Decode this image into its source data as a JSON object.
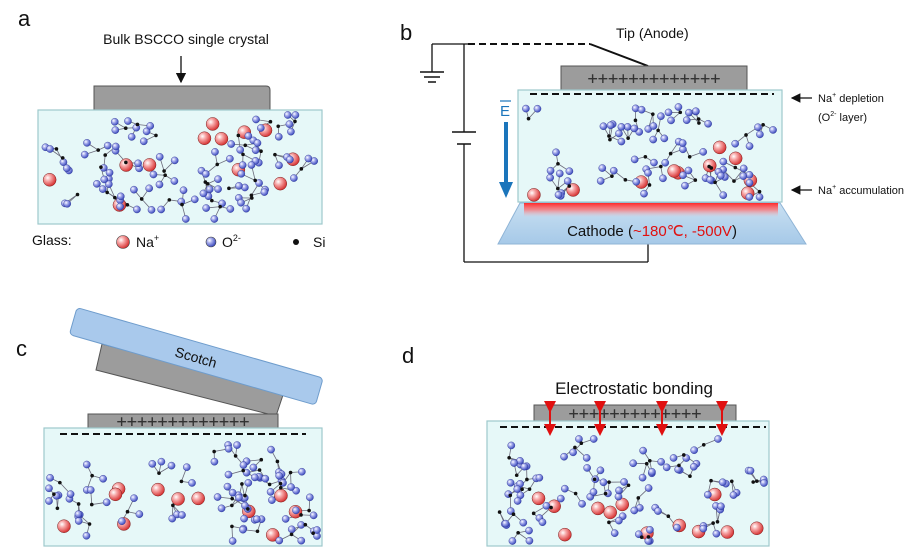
{
  "panels": {
    "a": {
      "letter": "a",
      "crystal_label": "Bulk BSCCO single crystal",
      "legend": {
        "glass": "Glass:",
        "na": "Na",
        "na_sup": "+",
        "o": "O",
        "o_sup": "2-",
        "si": "Si"
      }
    },
    "b": {
      "letter": "b",
      "tip_label": "Tip (Anode)",
      "plus_row": "+++++++++++++",
      "field_label": "E",
      "depletion_main": "Na",
      "depletion_sup": "+",
      "depletion_rest": " depletion",
      "o_layer_open": "(O",
      "o_layer_sup": "2-",
      "o_layer_rest": " layer)",
      "accum_main": "Na",
      "accum_sup": "+",
      "accum_rest": " accumulation",
      "cathode_label": "Cathode (",
      "cathode_value": "~180℃, -500V",
      "cathode_close": ")"
    },
    "c": {
      "letter": "c",
      "tape_label": "Scotch",
      "plus_row": "+++++++++++++"
    },
    "d": {
      "letter": "d",
      "bond_label": "Electrostatic bonding",
      "plus_row": "+++++++++++++"
    }
  },
  "colors": {
    "glass_fill": "#e6f8f8",
    "crystal_fill": "#9c9c9c",
    "tape_fill": "#a9c9ec",
    "cathode_fill": "#b3d3ec",
    "heat_red": "#ff3b3b",
    "field_blue": "#1b75bb",
    "bond_red": "#e01010",
    "na_red": "#e24a4a",
    "o_blue": "#4a56c8"
  }
}
